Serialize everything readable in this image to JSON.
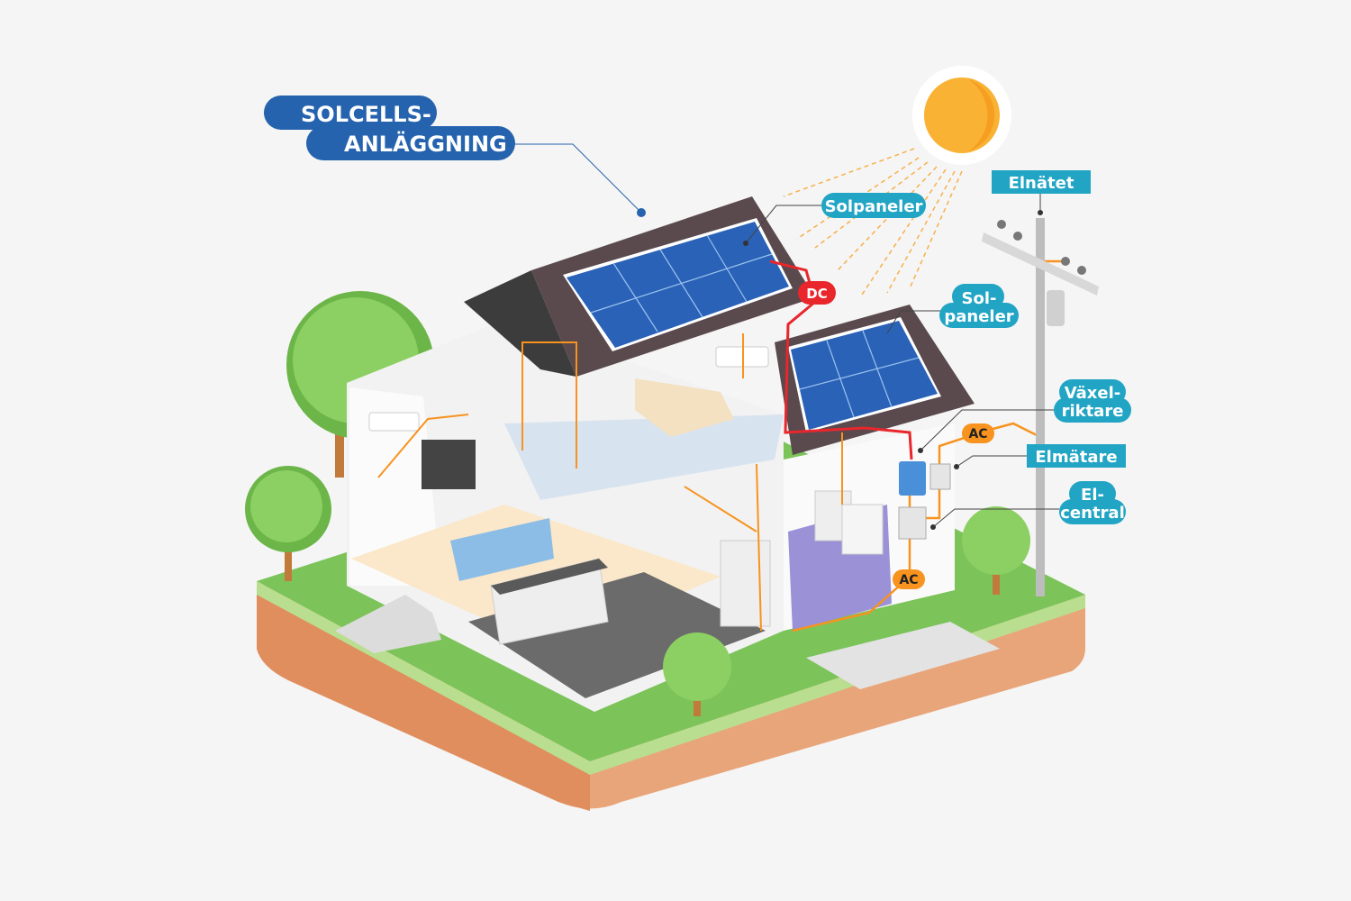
{
  "title": {
    "line1": "SOLCELLS-",
    "line2": "ANLÄGGNING"
  },
  "labels": {
    "solpaneler_main": "Solpaneler",
    "elnatet": "Elnätet",
    "solpaneler_small_1": "Sol-",
    "solpaneler_small_2": "paneler",
    "vaxelriktare_1": "Växel-",
    "vaxelriktare_2": "riktare",
    "elmatare": "Elmätare",
    "elcentral_1": "El-",
    "elcentral_2": "central"
  },
  "tags": {
    "dc": "DC",
    "ac_upper": "AC",
    "ac_lower": "AC"
  },
  "colors": {
    "title_blue": "#2563ae",
    "label_teal": "#22a5c4",
    "dc_red": "#e8262c",
    "ac_orange": "#f7931e",
    "sun": "#f9b233",
    "grass": "#7cc35a",
    "soil": "#e9a57a",
    "roof": "#5a4a4e",
    "panel": "#2a62b8"
  }
}
